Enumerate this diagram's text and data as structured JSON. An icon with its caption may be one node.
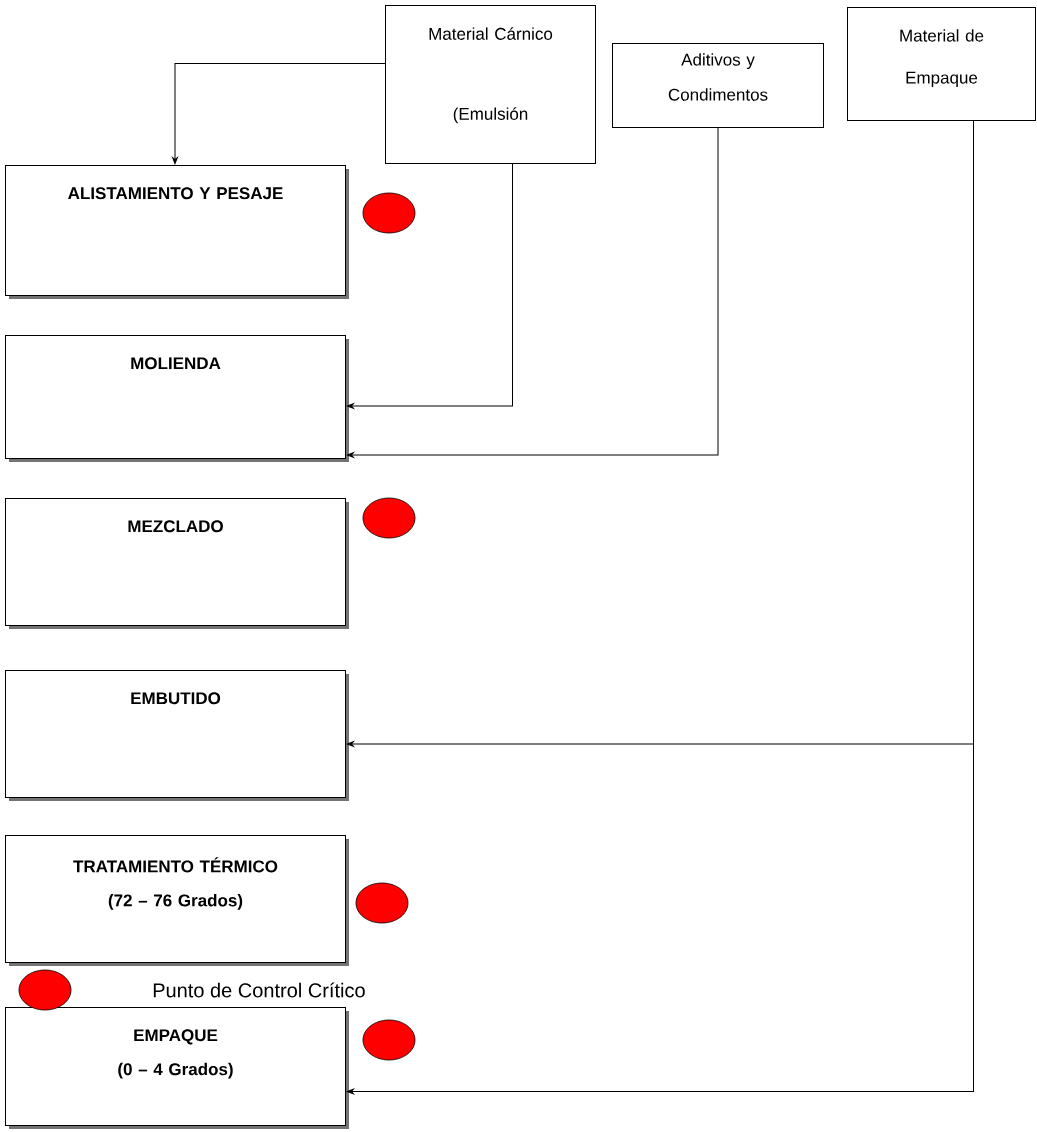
{
  "diagram": {
    "nodes": [
      {
        "text": [
          "Material Cárnico (Emulsión"
        ]
      },
      {
        "text": [
          "Aditivos y Condimentos"
        ]
      },
      {
        "text": [
          "Material de Empaque"
        ]
      },
      {
        "text": [
          "ALISTAMIENTO Y PESAJE"
        ]
      },
      {
        "text": [
          "MOLIENDA"
        ]
      },
      {
        "text": [
          "MEZCLADO"
        ]
      },
      {
        "text": [
          "EMBUTIDO"
        ]
      },
      {
        "text": [
          "TRATAMIENTO TÉRMICO",
          "(72 – 76 Grados)"
        ]
      },
      {
        "text": [
          "EMPAQUE",
          "(0 – 4 Grados)"
        ]
      }
    ],
    "edges": [
      {
        "from": 0,
        "to": 3,
        "arrow": "to"
      },
      {
        "from": 0,
        "to": 4,
        "arrow": "to"
      },
      {
        "from": 1,
        "to": 4,
        "arrow": "to"
      },
      {
        "from": 2,
        "to": 6,
        "arrow": "to"
      },
      {
        "from": 2,
        "to": 8,
        "arrow": "to"
      }
    ],
    "legend": [
      {
        "text": "Punto de Control Crítico",
        "color": "#ff0000"
      }
    ]
  }
}
